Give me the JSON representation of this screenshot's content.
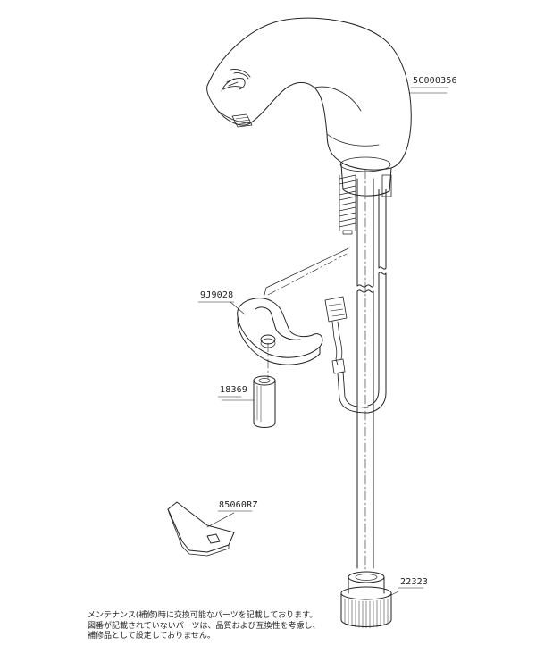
{
  "parts": {
    "faucet_body": "5C000356",
    "bracket": "9J9028",
    "spacer": "18369",
    "wrench": "85060RZ",
    "nut": "22323"
  },
  "note": {
    "line1": "メンテナンス(補修)時に交換可能なパーツを記載しております。",
    "line2": "図番が記載されていないパーツは、品質および互換性を考慮し、",
    "line3": "補修品として設定しておりません。"
  }
}
